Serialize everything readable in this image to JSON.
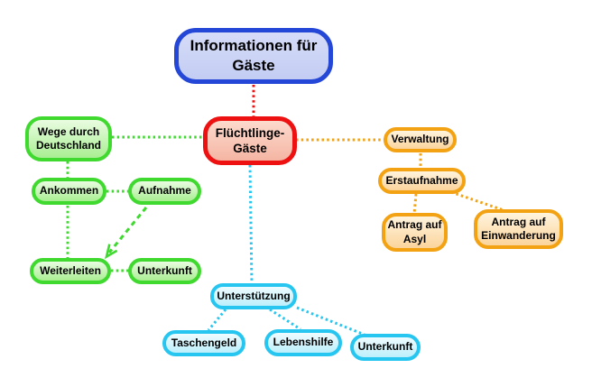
{
  "diagram": {
    "type": "mindmap",
    "background": "#ffffff"
  },
  "colors": {
    "blue_border": "#2547d8",
    "blue_fill_top": "#d6dcf8",
    "blue_fill_bottom": "#c3cdf3",
    "red_border": "#ee1111",
    "red_fill_top": "#fcdacd",
    "red_fill_bottom": "#f5b5a3",
    "green_border": "#3fd92f",
    "green_fill_top": "#e9fce1",
    "green_fill_bottom": "#a9ee92",
    "orange_border": "#f2a212",
    "orange_fill_top": "#fff4de",
    "orange_fill_bottom": "#fbd49b",
    "cyan_border": "#27c6f0",
    "cyan_fill_top": "#effcff",
    "cyan_fill_bottom": "#bceffb"
  },
  "nodes": {
    "info": {
      "lines": [
        "Informationen für",
        "Gäste"
      ]
    },
    "fluechtlinge": {
      "lines": [
        "Flüchtlinge-",
        "Gäste"
      ]
    },
    "wege": {
      "lines": [
        "Wege durch",
        "Deutschland"
      ]
    },
    "ankommen": {
      "lines": [
        "Ankommen"
      ]
    },
    "aufnahme": {
      "lines": [
        "Aufnahme"
      ]
    },
    "weiterleiten": {
      "lines": [
        "Weiterleiten"
      ]
    },
    "unterkunft_links": {
      "lines": [
        "Unterkunft"
      ]
    },
    "verwaltung": {
      "lines": [
        "Verwaltung"
      ]
    },
    "erstaufnahme": {
      "lines": [
        "Erstaufnahme"
      ]
    },
    "antrag_asyl": {
      "lines": [
        "Antrag auf",
        "Asyl"
      ]
    },
    "antrag_einwanderung": {
      "lines": [
        "Antrag auf",
        "Einwanderung"
      ]
    },
    "unterstuetzung": {
      "lines": [
        "Unterstützung"
      ]
    },
    "taschengeld": {
      "lines": [
        "Taschengeld"
      ]
    },
    "lebenshilfe": {
      "lines": [
        "Lebenshilfe"
      ]
    },
    "unterkunft_unten": {
      "lines": [
        "Unterkunft"
      ]
    }
  }
}
